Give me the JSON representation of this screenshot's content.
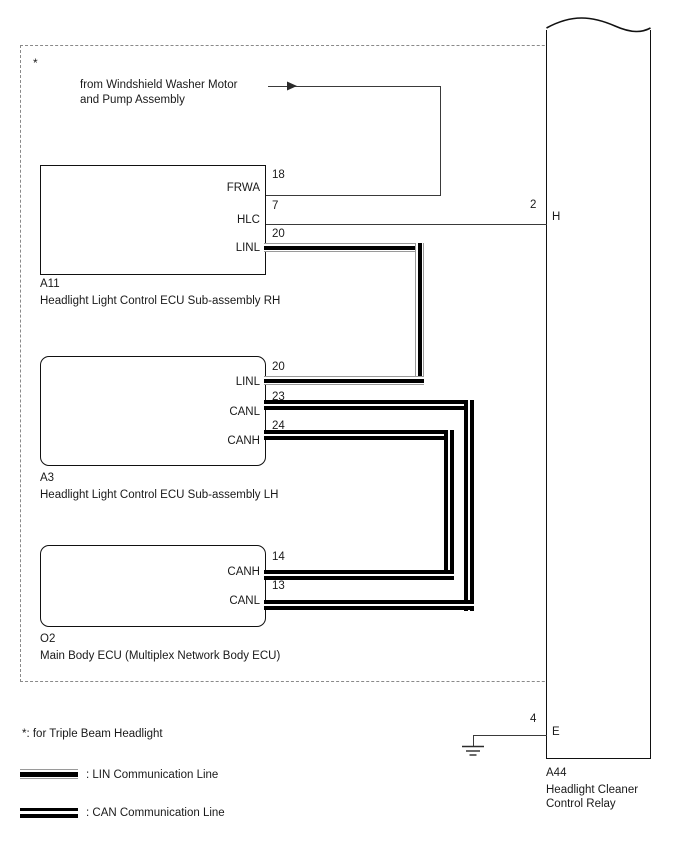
{
  "diagram": {
    "title_note": "*",
    "source_note": {
      "line1": "from Windshield Washer Motor",
      "line2": "and Pump Assembly"
    },
    "footnote": "*: for Triple Beam Headlight",
    "colors": {
      "wire": "#3a3a3a",
      "component_outline": "#111111",
      "dashed_region": "#8a8a8a",
      "text": "#1a1a1a",
      "comm_line": "#000000"
    }
  },
  "components": [
    {
      "id": "A11",
      "code": "A11",
      "name": "Headlight Light Control ECU Sub-assembly RH",
      "pins": [
        {
          "label": "FRWA",
          "number": "18",
          "type": "plain"
        },
        {
          "label": "HLC",
          "number": "7",
          "type": "plain"
        },
        {
          "label": "LINL",
          "number": "20",
          "type": "lin"
        }
      ]
    },
    {
      "id": "A3",
      "code": "A3",
      "name": "Headlight Light Control ECU Sub-assembly LH",
      "pins": [
        {
          "label": "LINL",
          "number": "20",
          "type": "lin"
        },
        {
          "label": "CANL",
          "number": "23",
          "type": "can"
        },
        {
          "label": "CANH",
          "number": "24",
          "type": "can"
        }
      ]
    },
    {
      "id": "O2",
      "code": "O2",
      "name": "Main Body ECU (Multiplex Network Body ECU)",
      "pins": [
        {
          "label": "CANH",
          "number": "14",
          "type": "can"
        },
        {
          "label": "CANL",
          "number": "13",
          "type": "can"
        }
      ]
    },
    {
      "id": "A44",
      "code": "A44",
      "name_line1": "Headlight Cleaner",
      "name_line2": "Control Relay",
      "pins": [
        {
          "label": "H",
          "number": "2",
          "type": "plain"
        },
        {
          "label": "E",
          "number": "4",
          "type": "ground"
        }
      ]
    }
  ],
  "legend": [
    {
      "swatch": "lin",
      "label": ": LIN Communication Line"
    },
    {
      "swatch": "can",
      "label": ": CAN Communication Line"
    }
  ]
}
